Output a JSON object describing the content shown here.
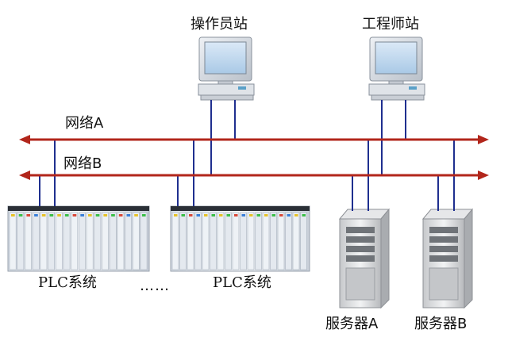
{
  "labels": {
    "operator_station": "操作员站",
    "engineer_station": "工程师站",
    "network_a": "网络A",
    "network_b": "网络B",
    "plc_1": "PLC系统",
    "plc_2": "PLC系统",
    "ellipsis": "……",
    "server_a": "服务器A",
    "server_b": "服务器B"
  },
  "colors": {
    "network_line": "#b2261b",
    "link_line": "#1f2f8f",
    "monitor_body": "#d8dde4",
    "screen": "#b8d6f0",
    "server_body": "#d9dadc"
  }
}
